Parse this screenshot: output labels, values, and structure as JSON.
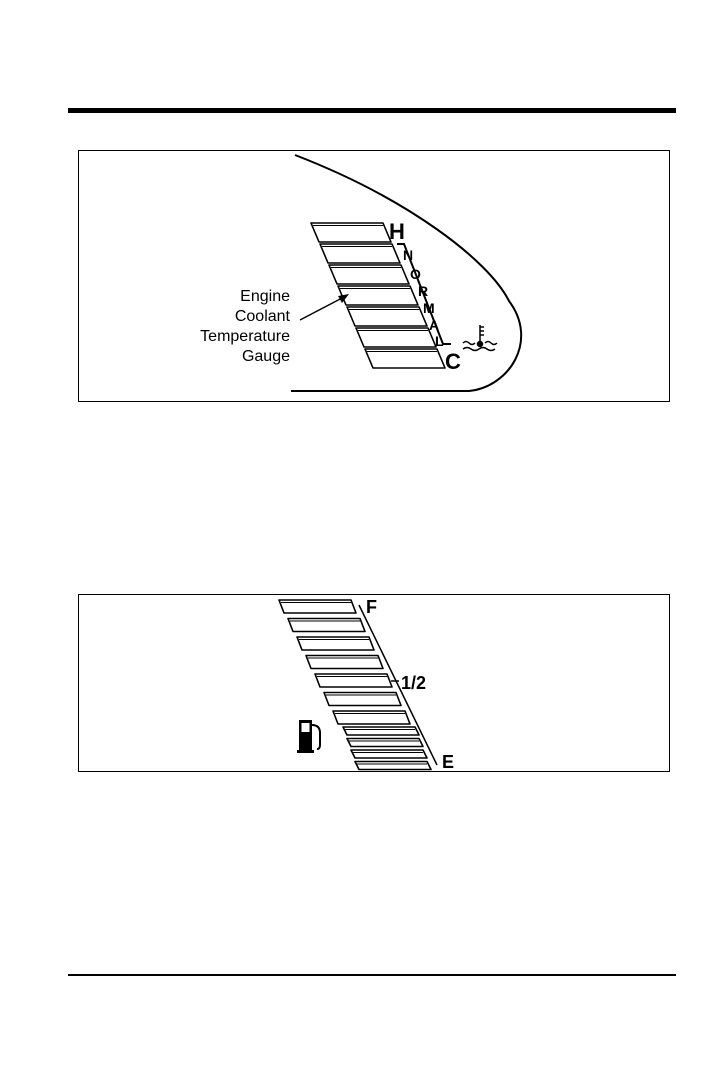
{
  "coolant_gauge": {
    "label_lines": [
      "Engine",
      "Coolant",
      "Temperature",
      "Gauge"
    ],
    "hot_mark": "H",
    "cold_mark": "C",
    "normal_letters": [
      "N",
      "O",
      "R",
      "M",
      "A",
      "L"
    ],
    "icon": "thermometer-in-coolant-icon"
  },
  "fuel_gauge": {
    "full_mark": "F",
    "half_mark": "1/2",
    "empty_mark": "E",
    "icon": "fuel-pump-icon"
  }
}
